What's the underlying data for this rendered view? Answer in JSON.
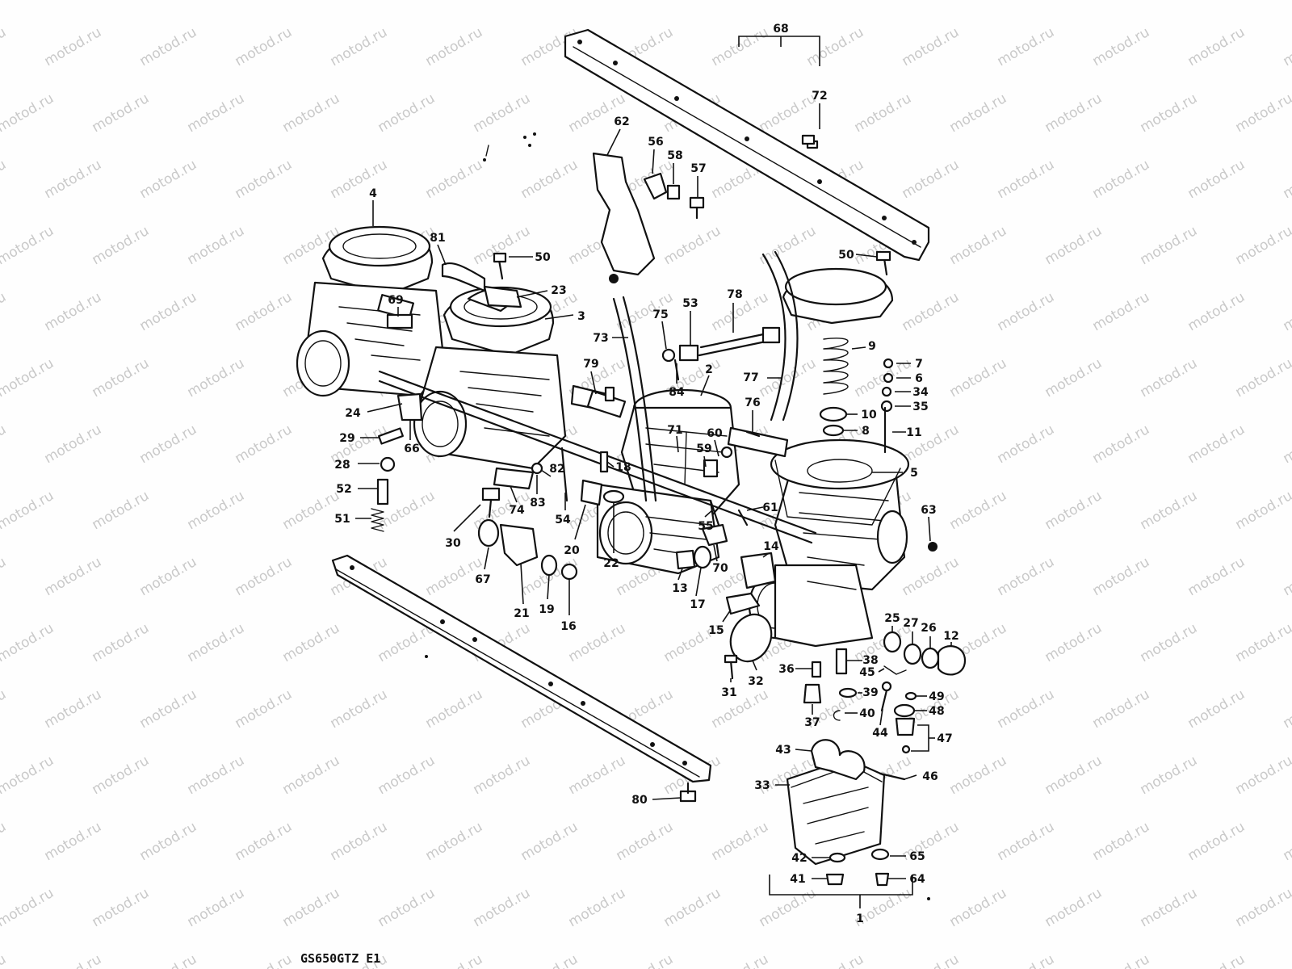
{
  "diagram": {
    "model_code": "GS650GTZ E1",
    "watermark": "motod.ru",
    "callouts": {
      "c1": "1",
      "c2": "2",
      "c3": "3",
      "c4": "4",
      "c5": "5",
      "c6": "6",
      "c7": "7",
      "c8": "8",
      "c9": "9",
      "c10": "10",
      "c11": "11",
      "c12": "12",
      "c13": "13",
      "c14": "14",
      "c15": "15",
      "c16": "16",
      "c17": "17",
      "c18": "18",
      "c19": "19",
      "c20": "20",
      "c21": "21",
      "c22": "22",
      "c23": "23",
      "c24": "24",
      "c25": "25",
      "c26": "26",
      "c27": "27",
      "c28": "28",
      "c29": "29",
      "c30": "30",
      "c31": "31",
      "c32": "32",
      "c33": "33",
      "c34": "34",
      "c35": "35",
      "c36": "36",
      "c37": "37",
      "c38": "38",
      "c39": "39",
      "c40": "40",
      "c41": "41",
      "c42": "42",
      "c43": "43",
      "c44": "44",
      "c45": "45",
      "c46": "46",
      "c47": "47",
      "c48": "48",
      "c49": "49",
      "c50a": "50",
      "c50b": "50",
      "c51": "51",
      "c52": "52",
      "c53": "53",
      "c54": "54",
      "c55": "55",
      "c56": "56",
      "c57": "57",
      "c58": "58",
      "c59": "59",
      "c60": "60",
      "c61": "61",
      "c62": "62",
      "c63": "63",
      "c64": "64",
      "c65": "65",
      "c66": "66",
      "c67": "67",
      "c68": "68",
      "c69": "69",
      "c70": "70",
      "c71": "71",
      "c72": "72",
      "c73": "73",
      "c74": "74",
      "c75": "75",
      "c76": "76",
      "c77": "77",
      "c78": "78",
      "c79": "79",
      "c80": "80",
      "c81": "81",
      "c82": "82",
      "c83": "83",
      "c84": "84"
    }
  }
}
